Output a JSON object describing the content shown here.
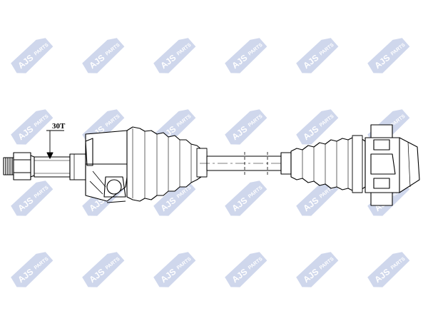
{
  "watermark": {
    "brand": "AJS",
    "suffix": "PARTS",
    "accent_color": "#a9b7dd"
  },
  "diagram": {
    "spline_label": "30T",
    "line_color": "#000000"
  }
}
